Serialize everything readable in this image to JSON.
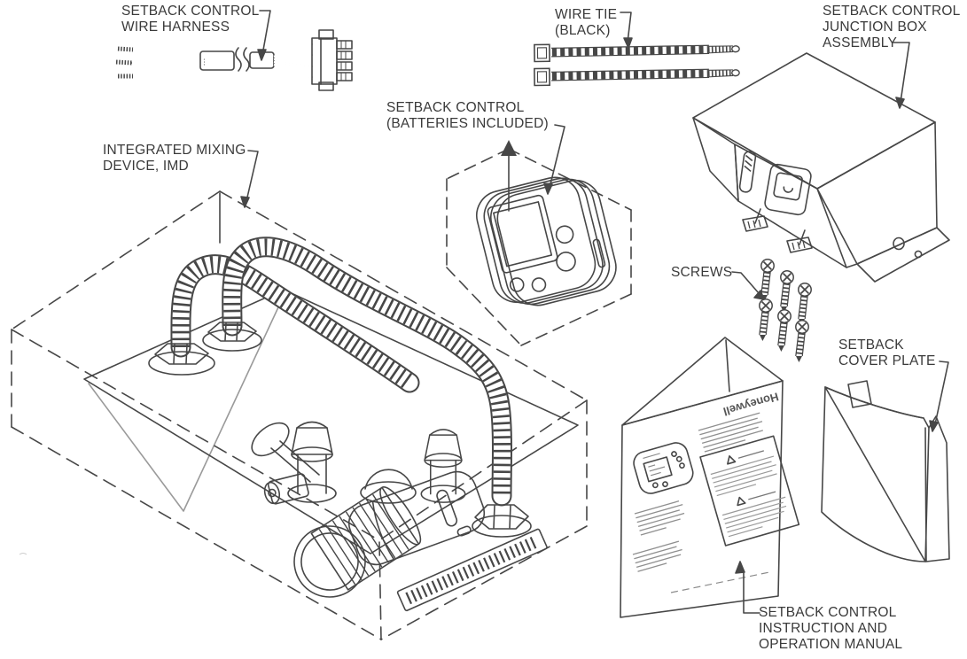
{
  "diagram": {
    "description": "Exploded parts illustration for a setback control kit",
    "labels": {
      "wire_harness": "SETBACK CONTROL\nWIRE HARNESS",
      "wire_tie": "WIRE TIE\n(BLACK)",
      "junction_box": "SETBACK CONTROL\nJUNCTION BOX\nASSEMBLY",
      "setback_control": "SETBACK CONTROL\n(BATTERIES INCLUDED)",
      "imd": "INTEGRATED MIXING\nDEVICE, IMD",
      "screws": "SCREWS",
      "cover_plate": "SETBACK\nCOVER PLATE",
      "manual": "SETBACK CONTROL\nINSTRUCTION AND\nOPERATION MANUAL"
    },
    "manual": {
      "brand": "Honeywell"
    },
    "colors": {
      "ink": "#474747",
      "paper": "#ffffff",
      "label_text": "#3a3a3a"
    }
  }
}
